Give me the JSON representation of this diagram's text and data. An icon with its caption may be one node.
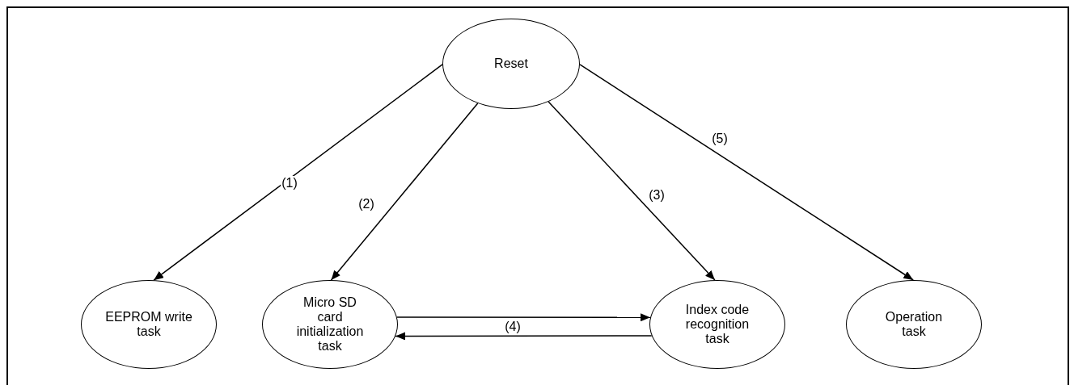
{
  "diagram": {
    "nodes": [
      {
        "text": [
          "Reset"
        ]
      },
      {
        "text": [
          "EEPROM write task"
        ]
      },
      {
        "text": [
          "Micro SD card initialization task"
        ]
      },
      {
        "text": [
          "Index code recognition task"
        ]
      },
      {
        "text": [
          "Operation task"
        ]
      }
    ],
    "edges": [
      {
        "from": 0,
        "to": 1,
        "arrow": "to",
        "label": "(1)"
      },
      {
        "from": 0,
        "to": 2,
        "arrow": "to",
        "label": "(2)"
      },
      {
        "from": 0,
        "to": 3,
        "arrow": "to",
        "label": "(3)"
      },
      {
        "from": 0,
        "to": 4,
        "arrow": "to",
        "label": "(5)"
      },
      {
        "from": 2,
        "to": 3,
        "arrow": "to",
        "label": "(4)"
      },
      {
        "from": 3,
        "to": 2,
        "arrow": "to"
      }
    ]
  }
}
